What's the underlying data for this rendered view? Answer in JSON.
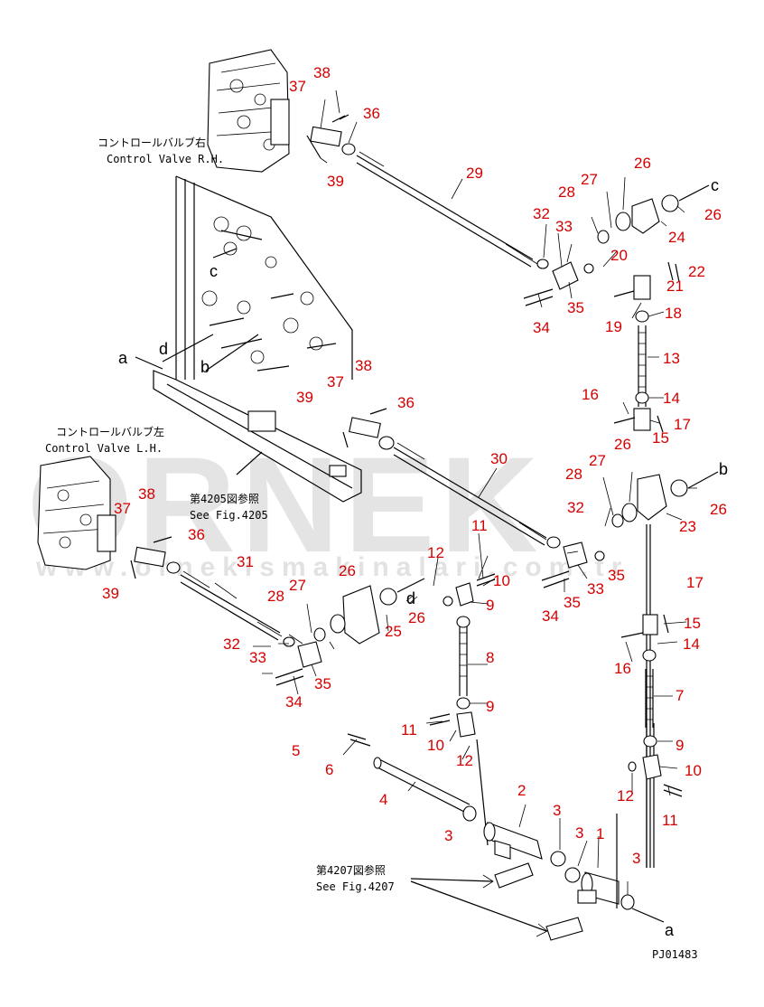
{
  "watermark": {
    "brand": "ORNEK",
    "url": "www.ornekismakinalari.com.tr"
  },
  "labels": {
    "valve_rh_jp": "コントロールバルブ右",
    "valve_rh_en": "Control Valve R.H.",
    "valve_lh_jp": "コントロールバルブ左",
    "valve_lh_en": "Control Valve L.H.",
    "ref_4205_jp": "第4205図参照",
    "ref_4205_en": "See Fig.4205",
    "ref_4207_jp": "第4207図参照",
    "ref_4207_en": "See Fig.4207",
    "drawing_code": "PJ01483"
  },
  "letters": [
    "a",
    "b",
    "c",
    "d"
  ],
  "callouts": [
    "1",
    "2",
    "3",
    "4",
    "5",
    "6",
    "7",
    "8",
    "9",
    "10",
    "11",
    "12",
    "13",
    "14",
    "15",
    "16",
    "17",
    "18",
    "19",
    "20",
    "21",
    "22",
    "23",
    "24",
    "25",
    "26",
    "27",
    "28",
    "29",
    "30",
    "31",
    "32",
    "33",
    "34",
    "35",
    "36",
    "37",
    "38",
    "39"
  ],
  "colors": {
    "callout": "#d40000",
    "line": "#000000",
    "watermark": "#cfcfcf"
  }
}
